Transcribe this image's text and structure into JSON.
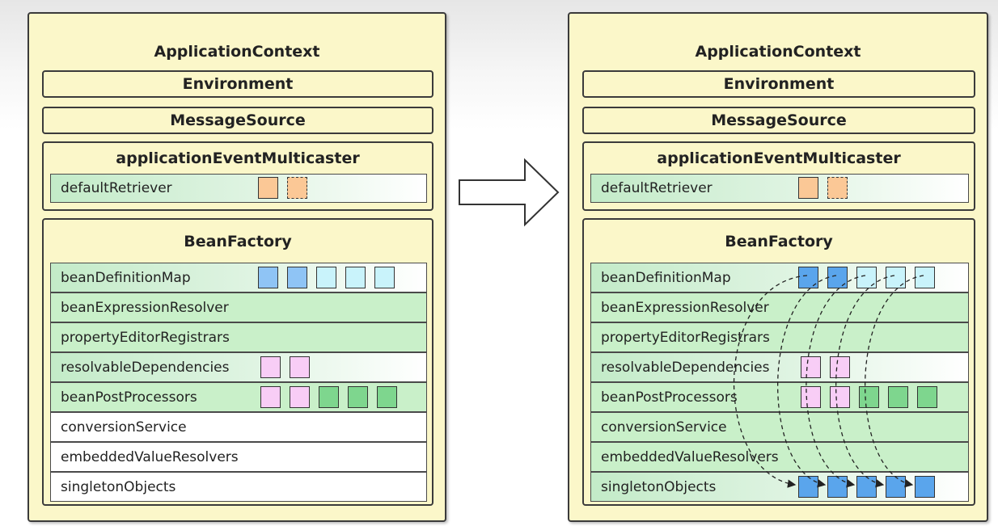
{
  "diagram": {
    "left": {
      "title": "ApplicationContext",
      "environment": "Environment",
      "message_source": "MessageSource",
      "multicaster": {
        "title": "applicationEventMulticaster",
        "row": "defaultRetriever"
      },
      "bean_factory": {
        "title": "BeanFactory",
        "rows": [
          "beanDefinitionMap",
          "beanExpressionResolver",
          "propertyEditorRegistrars",
          "resolvableDependencies",
          "beanPostProcessors",
          "conversionService",
          "embeddedValueResolvers",
          "singletonObjects"
        ]
      }
    },
    "right": {
      "title": "ApplicationContext",
      "environment": "Environment",
      "message_source": "MessageSource",
      "multicaster": {
        "title": "applicationEventMulticaster",
        "row": "defaultRetriever"
      },
      "bean_factory": {
        "title": "BeanFactory",
        "rows": [
          "beanDefinitionMap",
          "beanExpressionResolver",
          "propertyEditorRegistrars",
          "resolvableDependencies",
          "beanPostProcessors",
          "conversionService",
          "embeddedValueResolvers",
          "singletonObjects"
        ]
      }
    }
  },
  "colors": {
    "panel_fill": "#fbf7c9",
    "border": "#3b3b3b",
    "bean_definition_dark": "#8fc4f5",
    "bean_definition_light": "#c9f3fb",
    "resolvable_pink": "#f8cdf6",
    "post_processor_green": "#7ed68e",
    "retriever_orange": "#fbc896",
    "singleton_blue": "#5aa5ec"
  }
}
